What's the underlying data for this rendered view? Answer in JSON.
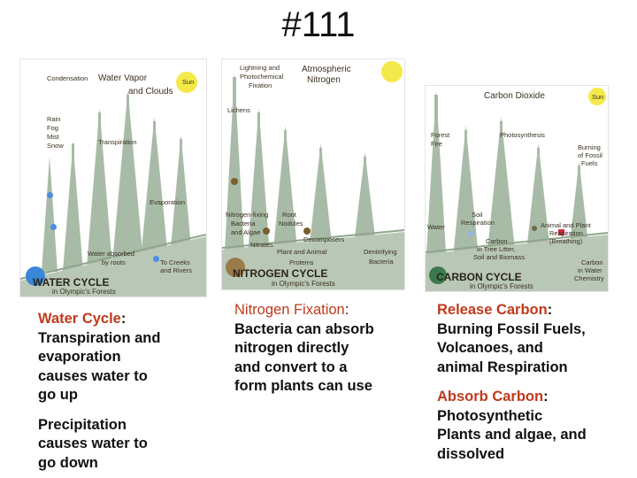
{
  "slide_title": "#111",
  "colors": {
    "accent": "#c0391b",
    "forest": "#a8bba6",
    "sun": "#f4e94a",
    "text": "#111111"
  },
  "panels": {
    "water": {
      "title_text": "WATER CYCLE",
      "subtitle": "in Olympic's Forests",
      "labels": {
        "condensation": "Condensation",
        "vapor1": "Water Vapor",
        "vapor2": "and Clouds",
        "sun": "Sun",
        "rain": "Rain",
        "fog": "Fog",
        "mist": "Mist",
        "snow": "Snow",
        "transpiration": "Transpiration",
        "evaporation": "Evaporation",
        "absorbed1": "Water absorbed",
        "absorbed2": "by roots",
        "creeks1": "To Creeks",
        "creeks2": "and Rivers"
      }
    },
    "nitrogen": {
      "title_text": "NITROGEN CYCLE",
      "subtitle": "in Olympic's Forests",
      "labels": {
        "lightning1": "Lightning and",
        "lightning2": "Photochemical",
        "lightning3": "Fixation",
        "atmo1": "Atmospheric",
        "atmo2": "Nitrogen",
        "lichens": "Lichens",
        "fixing1": "Nitrogen-fixing",
        "fixing2": "Bacteria",
        "fixing3": "and Algae",
        "root1": "Root",
        "root2": "Nodules",
        "nitrates": "Nitrates",
        "decomposers": "Decomposers",
        "proteins1": "Plant and Animal",
        "proteins2": "Proteins",
        "denit1": "Denitrifying",
        "denit2": "Bacteria"
      }
    },
    "carbon": {
      "title_text": "CARBON CYCLE",
      "subtitle": "in Olympic's Forests",
      "labels": {
        "co2": "Carbon Dioxide",
        "sun": "Sun",
        "fire1": "Forest",
        "fire2": "Fire",
        "photo": "Photosynthesis",
        "fossil1": "Burning",
        "fossil2": "of Fossil",
        "fossil3": "Fuels",
        "soil1": "Soil",
        "soil2": "Respiration",
        "water": "Water",
        "resp1": "Animal and Plant",
        "resp2": "Respiration",
        "resp3": "(Breathing)",
        "litter1": "Carbon",
        "litter2": "in Tree Litter,",
        "litter3": "Soil and Biomass",
        "chem1": "Carbon",
        "chem2": "in Water",
        "chem3": "Chemistry"
      }
    }
  },
  "captions": {
    "water": {
      "term": "Water Cycle",
      "colon": ":",
      "line1": "Transpiration and",
      "line2": "evaporation",
      "line3": "causes water to",
      "line4": "go up",
      "second1": "Precipitation",
      "second2": "causes water to",
      "second3": "go down"
    },
    "nitrogen": {
      "term": "Nitrogen Fixation",
      "colon": ":",
      "line1": "Bacteria can absorb",
      "line2": "nitrogen directly",
      "line3": "and convert to a",
      "line4": "form plants can use"
    },
    "carbon": {
      "release_term": "Release Carbon",
      "release_colon": ":",
      "release1": "Burning Fossil Fuels,",
      "release2": "Volcanoes, and",
      "release3": "animal Respiration",
      "absorb_term": "Absorb Carbon",
      "absorb_colon": ":",
      "absorb1": "Photosynthetic",
      "absorb2": "Plants and algae, and",
      "absorb3": "dissolved"
    }
  }
}
